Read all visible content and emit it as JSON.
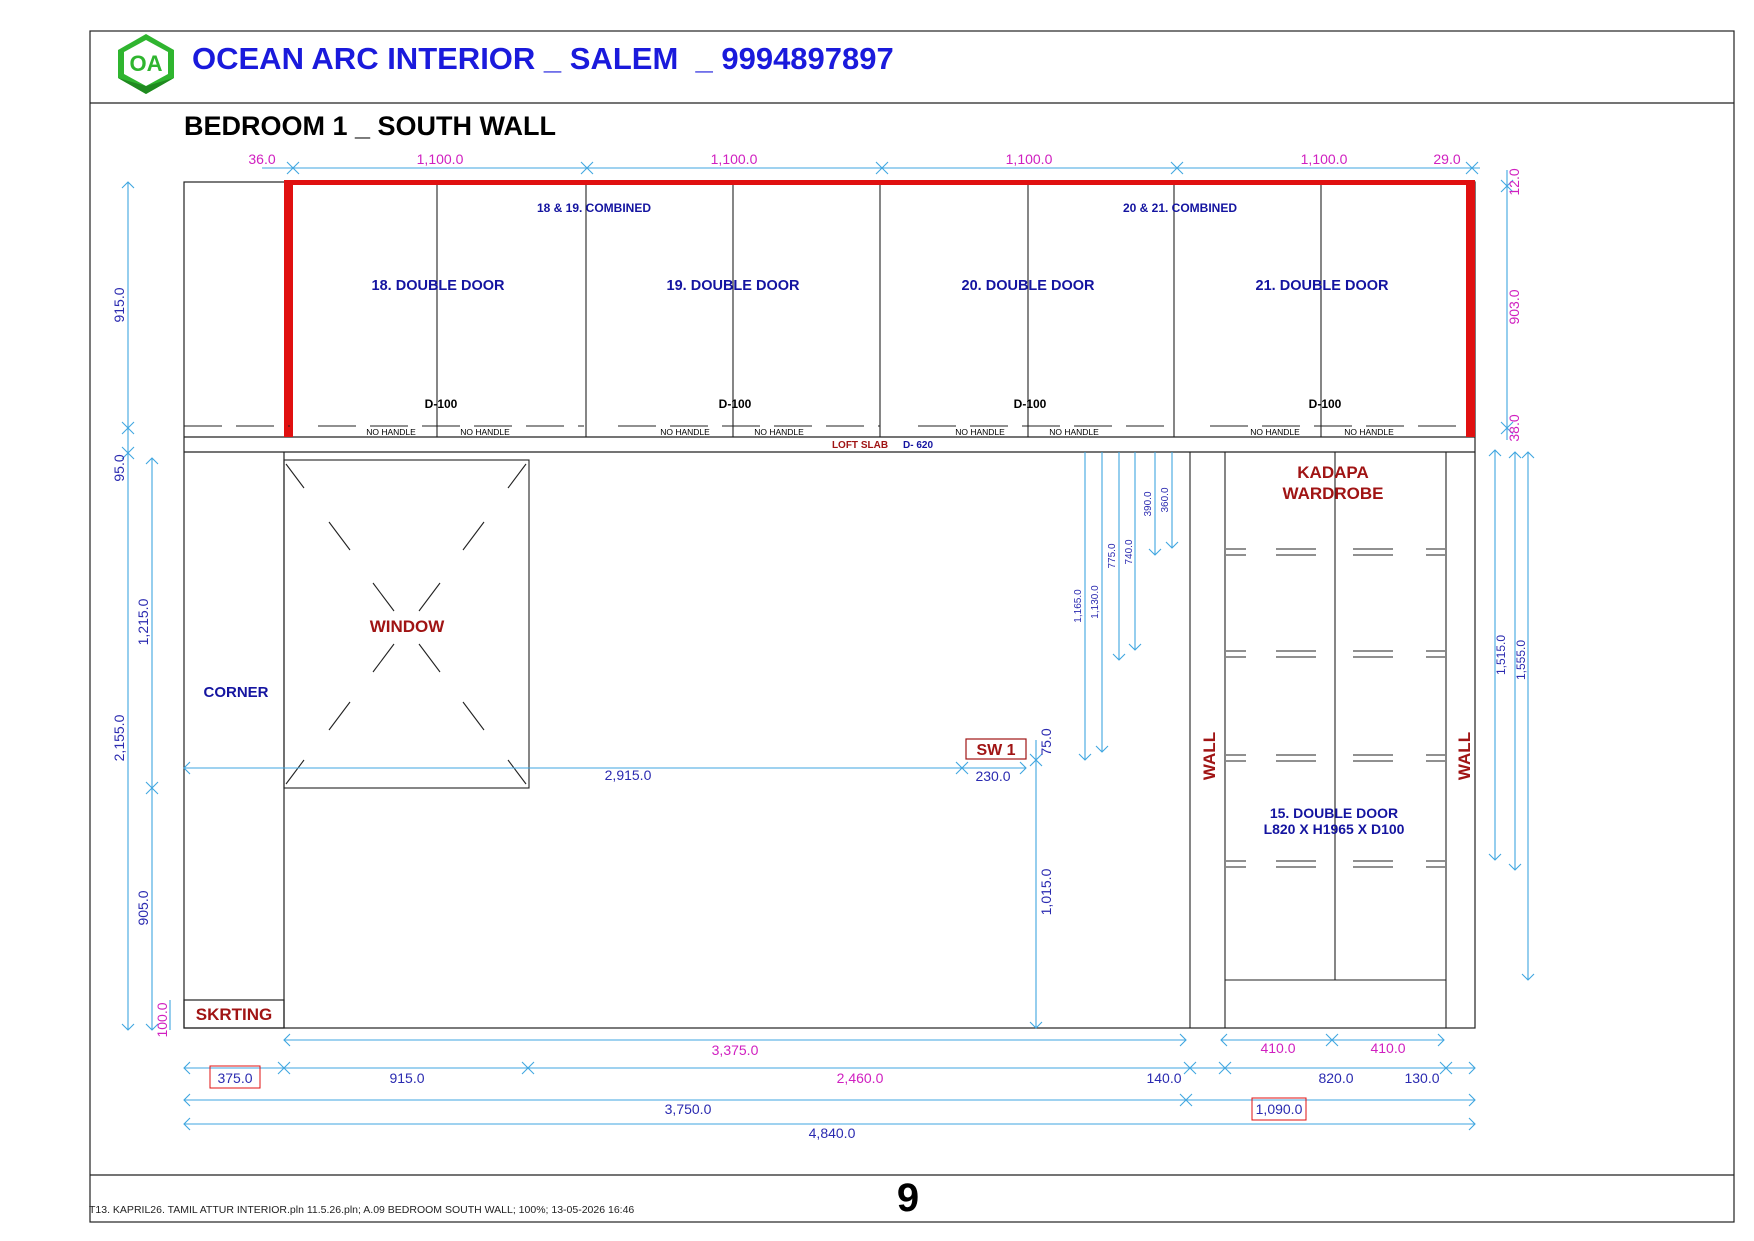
{
  "header": {
    "title": "OCEAN ARC INTERIOR _ SALEM  _ 9994897897",
    "logo_text": "OA"
  },
  "sheet": {
    "title": "BEDROOM 1 _ SOUTH WALL",
    "page_number": "9",
    "footer_info": "T13. KAPRIL26. TAMIL ATTUR INTERIOR.pln 11.5.26.pln; A.09 BEDROOM SOUTH WALL; 100%; 13-05-2026 16:46"
  },
  "loft": {
    "combined_labels": [
      "18 & 19. COMBINED",
      "20 & 21. COMBINED"
    ],
    "units": [
      {
        "label": "18. DOUBLE DOOR",
        "depth": "D-100",
        "handles": [
          "NO HANDLE",
          "NO HANDLE"
        ]
      },
      {
        "label": "19. DOUBLE DOOR",
        "depth": "D-100",
        "handles": [
          "NO HANDLE",
          "NO HANDLE"
        ]
      },
      {
        "label": "20. DOUBLE DOOR",
        "depth": "D-100",
        "handles": [
          "NO HANDLE",
          "NO HANDLE"
        ]
      },
      {
        "label": "21. DOUBLE DOOR",
        "depth": "D-100",
        "handles": [
          "NO HANDLE",
          "NO HANDLE"
        ]
      }
    ],
    "slab_label": "LOFT SLAB",
    "slab_depth": "D- 620"
  },
  "labels": {
    "corner": "CORNER",
    "window": "WINDOW",
    "switch": "SW 1",
    "skirting": "SKRTING",
    "wall": "WALL",
    "wardrobe_title": [
      "KADAPA",
      "WARDROBE"
    ],
    "wardrobe_unit": [
      "15. DOUBLE DOOR",
      "L820 X H1965 X D100"
    ]
  },
  "dimensions": {
    "top": [
      "36.0",
      "1,100.0",
      "1,100.0",
      "1,100.0",
      "1,100.0",
      "29.0"
    ],
    "left": [
      "915.0",
      "95.0",
      "1,215.0",
      "2,155.0",
      "905.0",
      "100.0"
    ],
    "right_loft": [
      "12.0",
      "903.0",
      "38.0"
    ],
    "right_wardrobe": [
      "1,515.0",
      "1,555.0"
    ],
    "switch_vertical": [
      "1,165.0",
      "1,130.0",
      "775.0",
      "740.0",
      "390.0",
      "360.0"
    ],
    "window_line": "2,915.0",
    "switch_offset": "230.0",
    "switch_top": "75.0",
    "switch_height": "1,015.0",
    "bottom_row1": [
      "3,375.0",
      "410.0",
      "410.0"
    ],
    "bottom_row2": [
      "375.0",
      "915.0",
      "2,460.0",
      "140.0",
      "820.0",
      "130.0"
    ],
    "bottom_row3": [
      "3,750.0",
      "1,090.0"
    ],
    "bottom_row4": "4,840.0"
  },
  "colors": {
    "title_blue": "#1a1adc",
    "label_navy": "#1414a0",
    "label_red": "#a01414",
    "dim_magenta": "#d020c0",
    "dim_cyan": "#3fa6e0",
    "dim_text": "#2a2ab0",
    "loft_red": "#e01010",
    "logo_green": "#2fb52f"
  }
}
